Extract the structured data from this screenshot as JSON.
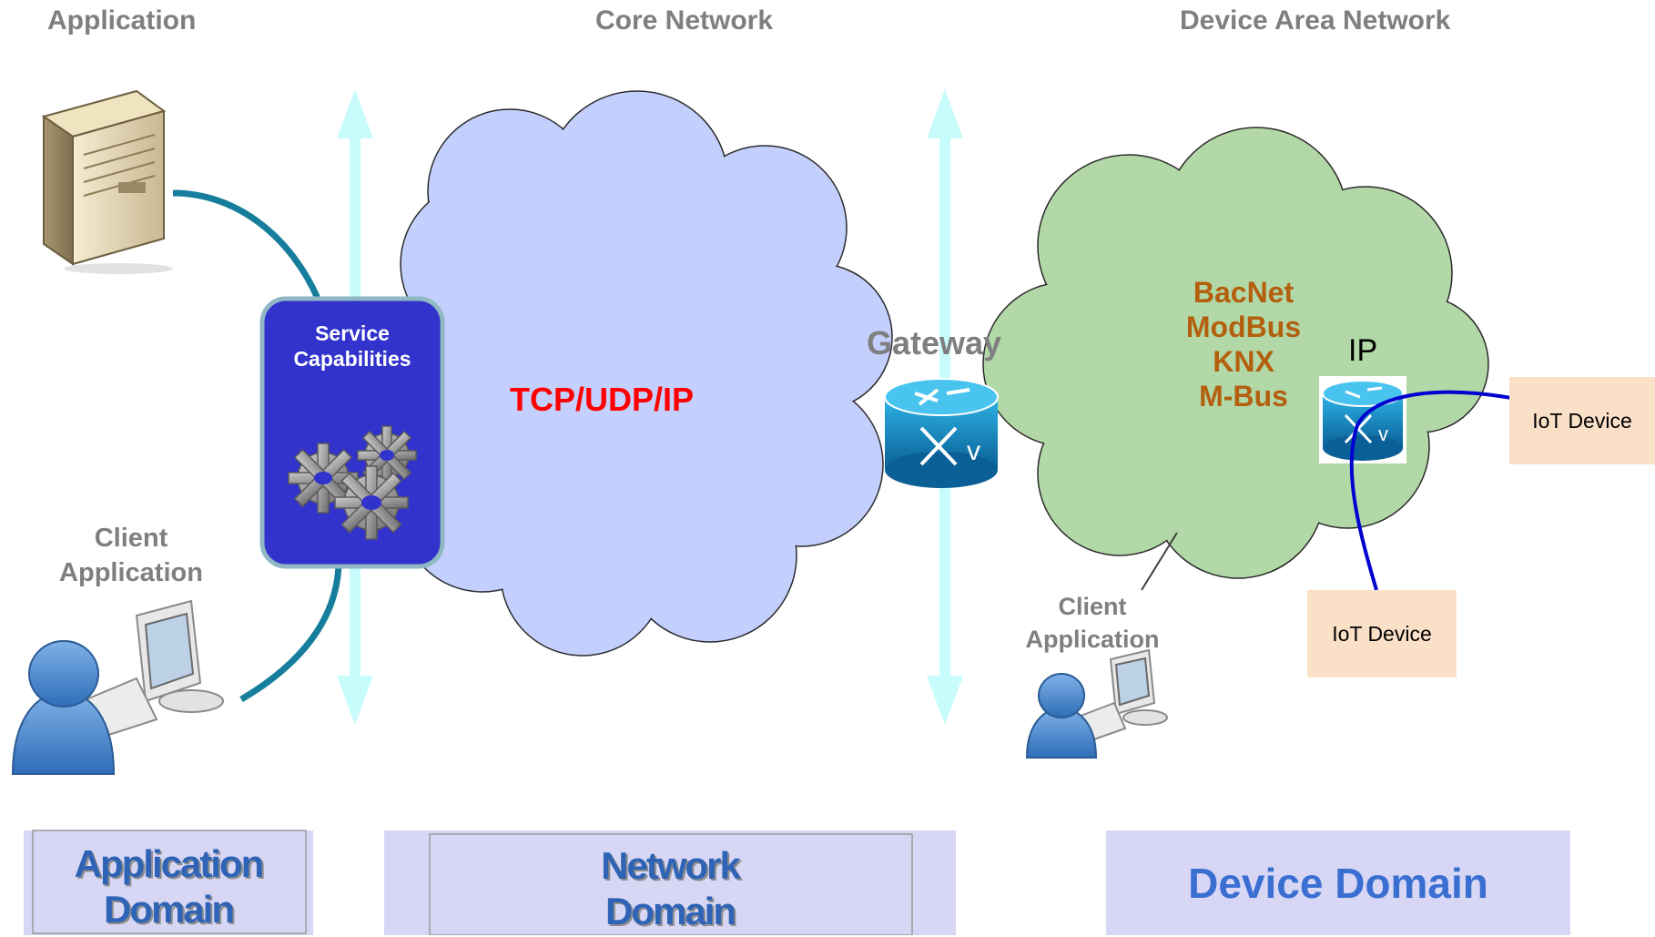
{
  "headers": {
    "application": "Application",
    "core_network": "Core Network",
    "device_area_network": "Device Area Network"
  },
  "service_capabilities": {
    "line1": "Service",
    "line2": "Capabilities"
  },
  "core_cloud_label": "TCP/UDP/IP",
  "gateway_label": "Gateway",
  "device_cloud_protocols": [
    "BacNet",
    "ModBus",
    "KNX",
    "M-Bus"
  ],
  "ip_label": "IP",
  "client_application_left": {
    "line1": "Client",
    "line2": "Application"
  },
  "client_application_right": {
    "line1": "Client",
    "line2": "Application"
  },
  "iot_devices": [
    "IoT Device",
    "IoT Device"
  ],
  "domains": {
    "application": {
      "line1": "Application",
      "line2": "Domain"
    },
    "network": {
      "line1": "Network",
      "line2": "Domain"
    },
    "device": "Device Domain"
  },
  "colors": {
    "header_gray": "#7f7f7f",
    "core_cloud": "#c3cffd",
    "device_cloud": "#b2d8a7",
    "service_box": "#3232cc",
    "link_teal": "#167e9c",
    "arrow_cyan": "#c8fbfb",
    "tcp_red": "#ff0000",
    "protocol_brown": "#b35f0e",
    "device_link_blue": "#0000d0",
    "iot_box": "#fbe0c8",
    "domain_fill": "#d7d7f5",
    "domain_text": "#2f63b5"
  }
}
